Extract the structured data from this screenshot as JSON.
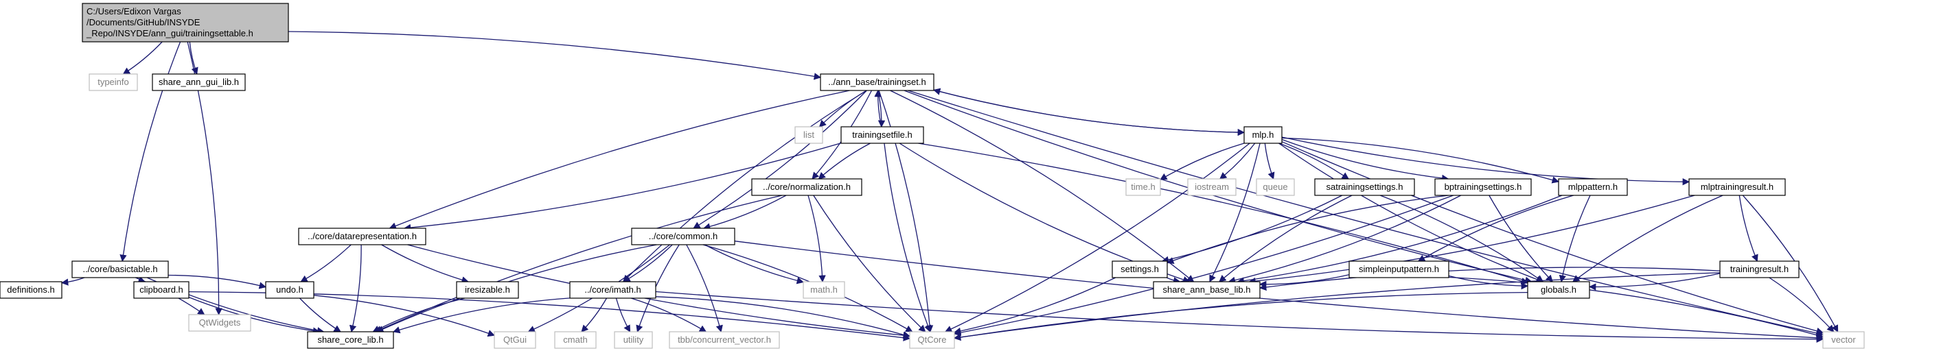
{
  "graph": {
    "nodes": [
      {
        "id": "root",
        "lines": [
          "C:/Users/Edixon Vargas",
          "/Documents/GitHub/INSYDE",
          "_Repo/INSYDE/ann_gui/trainingsettable.h"
        ],
        "kind": "root"
      },
      {
        "id": "typeinfo",
        "lines": [
          "typeinfo"
        ],
        "kind": "ext"
      },
      {
        "id": "share_ann_gui_lib",
        "lines": [
          "share_ann_gui_lib.h"
        ],
        "kind": "normal"
      },
      {
        "id": "trainingset",
        "lines": [
          "../ann_base/trainingset.h"
        ],
        "kind": "normal"
      },
      {
        "id": "basictable",
        "lines": [
          "../core/basictable.h"
        ],
        "kind": "normal"
      },
      {
        "id": "qtwidgets",
        "lines": [
          "QtWidgets"
        ],
        "kind": "ext"
      },
      {
        "id": "list",
        "lines": [
          "list"
        ],
        "kind": "ext"
      },
      {
        "id": "trainingsetfile",
        "lines": [
          "trainingsetfile.h"
        ],
        "kind": "normal"
      },
      {
        "id": "mlp",
        "lines": [
          "mlp.h"
        ],
        "kind": "normal"
      },
      {
        "id": "normalization",
        "lines": [
          "../core/normalization.h"
        ],
        "kind": "normal"
      },
      {
        "id": "datarepresentation",
        "lines": [
          "../core/datarepresentation.h"
        ],
        "kind": "normal"
      },
      {
        "id": "common",
        "lines": [
          "../core/common.h"
        ],
        "kind": "normal"
      },
      {
        "id": "time",
        "lines": [
          "time.h"
        ],
        "kind": "ext"
      },
      {
        "id": "iostream",
        "lines": [
          "iostream"
        ],
        "kind": "ext"
      },
      {
        "id": "queue",
        "lines": [
          "queue"
        ],
        "kind": "ext"
      },
      {
        "id": "satrainingsettings",
        "lines": [
          "satrainingsettings.h"
        ],
        "kind": "normal"
      },
      {
        "id": "bptrainingsettings",
        "lines": [
          "bptrainingsettings.h"
        ],
        "kind": "normal"
      },
      {
        "id": "mlppattern",
        "lines": [
          "mlppattern.h"
        ],
        "kind": "normal"
      },
      {
        "id": "mlptrainingresult",
        "lines": [
          "mlptrainingresult.h"
        ],
        "kind": "normal"
      },
      {
        "id": "settings",
        "lines": [
          "settings.h"
        ],
        "kind": "normal"
      },
      {
        "id": "simpleinputpattern",
        "lines": [
          "simpleinputpattern.h"
        ],
        "kind": "normal"
      },
      {
        "id": "trainingresult",
        "lines": [
          "trainingresult.h"
        ],
        "kind": "normal"
      },
      {
        "id": "definitions",
        "lines": [
          "definitions.h"
        ],
        "kind": "normal"
      },
      {
        "id": "clipboard",
        "lines": [
          "clipboard.h"
        ],
        "kind": "normal"
      },
      {
        "id": "undo",
        "lines": [
          "undo.h"
        ],
        "kind": "normal"
      },
      {
        "id": "iresizable",
        "lines": [
          "iresizable.h"
        ],
        "kind": "normal"
      },
      {
        "id": "imath",
        "lines": [
          "../core/imath.h"
        ],
        "kind": "normal"
      },
      {
        "id": "mathh",
        "lines": [
          "math.h"
        ],
        "kind": "ext"
      },
      {
        "id": "share_ann_base_lib",
        "lines": [
          "share_ann_base_lib.h"
        ],
        "kind": "normal"
      },
      {
        "id": "globals",
        "lines": [
          "globals.h"
        ],
        "kind": "normal"
      },
      {
        "id": "share_core_lib",
        "lines": [
          "share_core_lib.h"
        ],
        "kind": "normal"
      },
      {
        "id": "qtgui",
        "lines": [
          "QtGui"
        ],
        "kind": "ext"
      },
      {
        "id": "cmath",
        "lines": [
          "cmath"
        ],
        "kind": "ext"
      },
      {
        "id": "utility",
        "lines": [
          "utility"
        ],
        "kind": "ext"
      },
      {
        "id": "concurrent_vector",
        "lines": [
          "tbb/concurrent_vector.h"
        ],
        "kind": "ext"
      },
      {
        "id": "qtcore",
        "lines": [
          "QtCore"
        ],
        "kind": "ext"
      },
      {
        "id": "vector",
        "lines": [
          "vector"
        ],
        "kind": "ext"
      }
    ],
    "edges": [
      [
        "root",
        "typeinfo"
      ],
      [
        "root",
        "share_ann_gui_lib"
      ],
      [
        "root",
        "trainingset"
      ],
      [
        "root",
        "basictable"
      ],
      [
        "root",
        "qtwidgets"
      ],
      [
        "trainingset",
        "list"
      ],
      [
        "trainingset",
        "trainingsetfile"
      ],
      [
        "trainingset",
        "mlp"
      ],
      [
        "trainingset",
        "normalization"
      ],
      [
        "trainingset",
        "datarepresentation"
      ],
      [
        "trainingset",
        "common"
      ],
      [
        "trainingset",
        "imath"
      ],
      [
        "trainingset",
        "share_ann_base_lib"
      ],
      [
        "trainingset",
        "globals"
      ],
      [
        "trainingset",
        "qtcore"
      ],
      [
        "trainingset",
        "vector"
      ],
      [
        "trainingsetfile",
        "trainingset"
      ],
      [
        "trainingsetfile",
        "normalization"
      ],
      [
        "trainingsetfile",
        "datarepresentation"
      ],
      [
        "trainingsetfile",
        "share_ann_base_lib"
      ],
      [
        "trainingsetfile",
        "globals"
      ],
      [
        "trainingsetfile",
        "qtcore"
      ],
      [
        "mlp",
        "trainingset"
      ],
      [
        "mlp",
        "time"
      ],
      [
        "mlp",
        "iostream"
      ],
      [
        "mlp",
        "queue"
      ],
      [
        "mlp",
        "satrainingsettings"
      ],
      [
        "mlp",
        "bptrainingsettings"
      ],
      [
        "mlp",
        "mlppattern"
      ],
      [
        "mlp",
        "mlptrainingresult"
      ],
      [
        "mlp",
        "share_ann_base_lib"
      ],
      [
        "mlp",
        "globals"
      ],
      [
        "mlp",
        "qtcore"
      ],
      [
        "mlp",
        "vector"
      ],
      [
        "normalization",
        "common"
      ],
      [
        "normalization",
        "share_core_lib"
      ],
      [
        "normalization",
        "mathh"
      ],
      [
        "normalization",
        "qtcore"
      ],
      [
        "datarepresentation",
        "undo"
      ],
      [
        "datarepresentation",
        "iresizable"
      ],
      [
        "datarepresentation",
        "share_core_lib"
      ],
      [
        "datarepresentation",
        "qtcore"
      ],
      [
        "common",
        "imath"
      ],
      [
        "common",
        "mathh"
      ],
      [
        "common",
        "qtgui"
      ],
      [
        "common",
        "utility"
      ],
      [
        "common",
        "concurrent_vector"
      ],
      [
        "common",
        "share_core_lib"
      ],
      [
        "common",
        "qtcore"
      ],
      [
        "common",
        "vector"
      ],
      [
        "imath",
        "cmath"
      ],
      [
        "imath",
        "utility"
      ],
      [
        "imath",
        "concurrent_vector"
      ],
      [
        "imath",
        "share_core_lib"
      ],
      [
        "imath",
        "qtcore"
      ],
      [
        "imath",
        "vector"
      ],
      [
        "basictable",
        "definitions"
      ],
      [
        "basictable",
        "clipboard"
      ],
      [
        "basictable",
        "undo"
      ],
      [
        "basictable",
        "share_core_lib"
      ],
      [
        "basictable",
        "qtwidgets"
      ],
      [
        "clipboard",
        "share_core_lib"
      ],
      [
        "clipboard",
        "qtcore"
      ],
      [
        "undo",
        "share_core_lib"
      ],
      [
        "undo",
        "qtgui"
      ],
      [
        "iresizable",
        "share_core_lib"
      ],
      [
        "satrainingsettings",
        "settings"
      ],
      [
        "satrainingsettings",
        "share_ann_base_lib"
      ],
      [
        "satrainingsettings",
        "globals"
      ],
      [
        "bptrainingsettings",
        "settings"
      ],
      [
        "bptrainingsettings",
        "share_ann_base_lib"
      ],
      [
        "bptrainingsettings",
        "globals"
      ],
      [
        "bptrainingsettings",
        "qtcore"
      ],
      [
        "mlppattern",
        "simpleinputpattern"
      ],
      [
        "mlppattern",
        "share_ann_base_lib"
      ],
      [
        "mlppattern",
        "globals"
      ],
      [
        "simpleinputpattern",
        "share_ann_base_lib"
      ],
      [
        "simpleinputpattern",
        "globals"
      ],
      [
        "simpleinputpattern",
        "vector"
      ],
      [
        "mlptrainingresult",
        "trainingresult"
      ],
      [
        "mlptrainingresult",
        "share_ann_base_lib"
      ],
      [
        "mlptrainingresult",
        "globals"
      ],
      [
        "mlptrainingresult",
        "vector"
      ],
      [
        "trainingresult",
        "share_ann_base_lib"
      ],
      [
        "trainingresult",
        "globals"
      ],
      [
        "trainingresult",
        "qtcore"
      ],
      [
        "trainingresult",
        "vector"
      ],
      [
        "settings",
        "share_ann_base_lib"
      ],
      [
        "settings",
        "qtcore"
      ],
      [
        "globals",
        "qtcore"
      ]
    ]
  }
}
